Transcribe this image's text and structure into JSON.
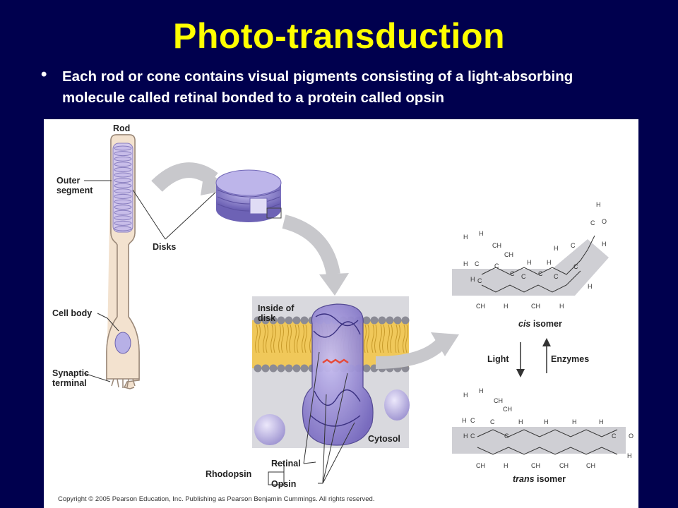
{
  "slide": {
    "title": "Photo-transduction",
    "bullet": "Each rod or cone contains visual pigments consisting of a light-absorbing molecule called retinal bonded to a protein called opsin"
  },
  "figure": {
    "labels": {
      "rod": "Rod",
      "outer_segment": "Outer segment",
      "disks": "Disks",
      "cell_body": "Cell body",
      "synaptic_terminal": "Synaptic terminal",
      "inside_of_disk": "Inside of disk",
      "cytosol": "Cytosol",
      "rhodopsin": "Rhodopsin",
      "retinal": "Retinal",
      "opsin": "Opsin",
      "light": "Light",
      "enzymes": "Enzymes"
    },
    "cis_isomer": {
      "prefix": "cis",
      "suffix": " isomer"
    },
    "trans_isomer": {
      "prefix": "trans",
      "suffix": " isomer"
    },
    "copyright": "Copyright © 2005 Pearson Education, Inc. Publishing as Pearson Benjamin Cummings. All rights reserved.",
    "colors": {
      "slide_bg": "#00004e",
      "title": "#ffff00",
      "rod_cell": "#f3e2cf",
      "disk": "#b8b0e0",
      "membrane": "#f0c85a",
      "protein": "#9a8ed0"
    }
  }
}
